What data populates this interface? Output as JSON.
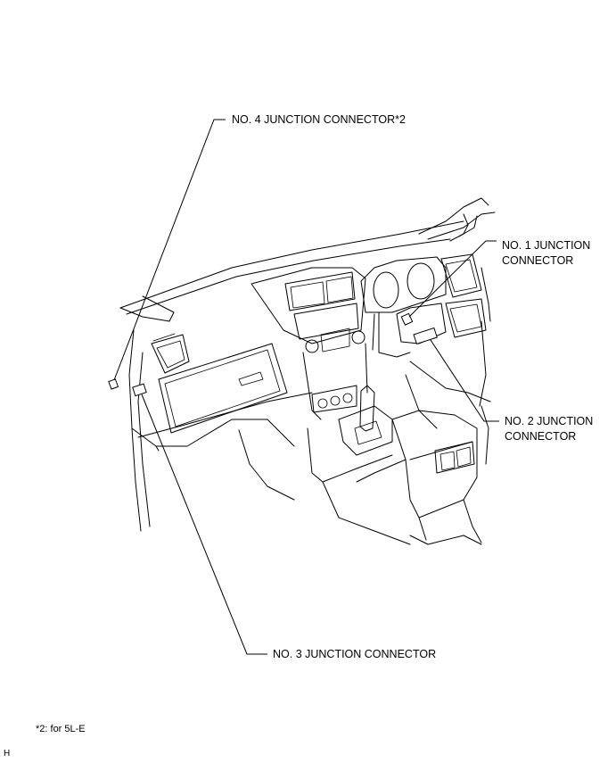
{
  "callouts": {
    "no4": "NO. 4 JUNCTION CONNECTOR*2",
    "no1_line1": "NO. 1 JUNCTION",
    "no1_line2": "CONNECTOR",
    "no2_line1": "NO. 2 JUNCTION",
    "no2_line2": "CONNECTOR",
    "no3": "NO. 3 JUNCTION CONNECTOR"
  },
  "footnote": "*2: for 5L-E",
  "corner_mark": "H"
}
